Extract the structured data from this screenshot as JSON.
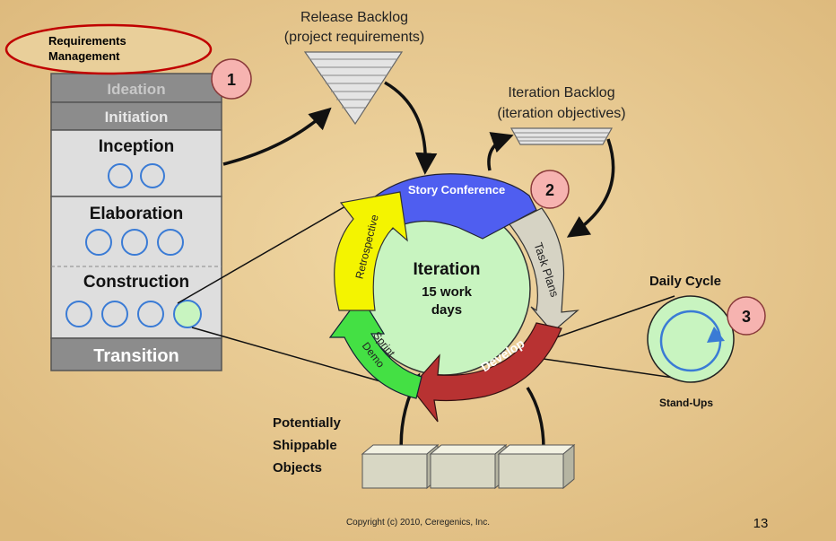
{
  "requirements_oval": {
    "line1": "Requirements",
    "line2": "Management"
  },
  "phases": {
    "ideation": "Ideation",
    "initiation": "Initiation",
    "inception": "Inception",
    "elaboration": "Elaboration",
    "construction": "Construction",
    "transition": "Transition"
  },
  "markers": {
    "one": "1",
    "two": "2",
    "three": "3"
  },
  "release_backlog": {
    "line1": "Release Backlog",
    "line2": "(project requirements)"
  },
  "iteration_backlog": {
    "line1": "Iteration Backlog",
    "line2": "(iteration objectives)"
  },
  "cycle": {
    "story_conference": "Story Conference",
    "task_plans": "Task Plans",
    "develop": "Develop",
    "sprint_demo_1": "Sprint",
    "sprint_demo_2": "Demo",
    "retrospective": "Retrospective",
    "center_title": "Iteration",
    "center_line2": "15 work",
    "center_line3": "days"
  },
  "daily_cycle": {
    "title": "Daily Cycle",
    "caption": "Stand-Ups"
  },
  "shippable": {
    "line1": "Potentially",
    "line2": "Shippable",
    "line3": "Objects"
  },
  "footer": {
    "copyright": "Copyright (c) 2010, Ceregenics, Inc.",
    "page_number": "13"
  },
  "colors": {
    "background": "#e8c890",
    "phase_dark": "#8c8c8c",
    "phase_light": "#dcdcdc",
    "story_conference": "#4f5ef0",
    "task_plans": "#d6d3c4",
    "develop": "#b83232",
    "sprint_demo": "#44e044",
    "retrospective": "#f4f400",
    "center": "#c8f4c0",
    "marker": "#f6b3b0",
    "oval": "#c00000"
  }
}
